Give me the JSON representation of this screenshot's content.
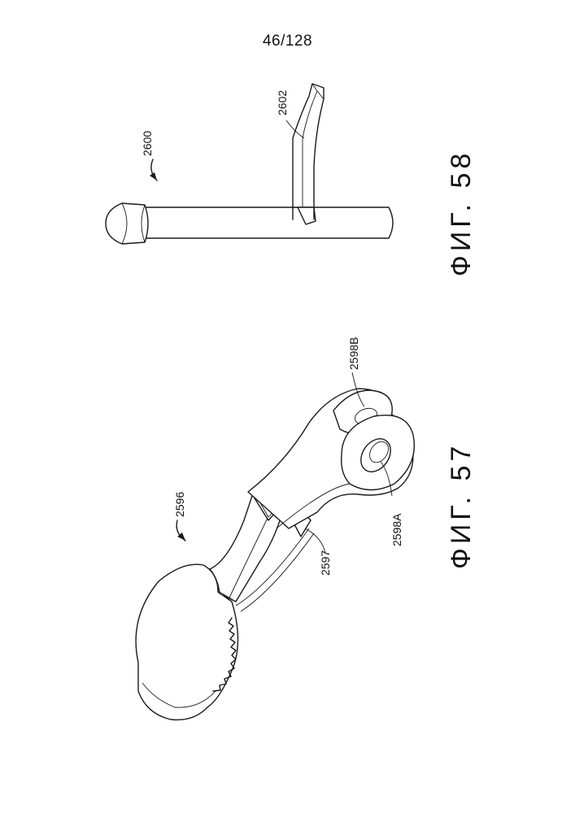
{
  "header": {
    "page_number": "46/128"
  },
  "figure_57": {
    "caption": "ФИГ. 57",
    "labels": {
      "part": "2596",
      "feature": "2597",
      "hole_a": "2598A",
      "hole_b": "2598B"
    }
  },
  "figure_58": {
    "caption": "ФИГ. 58",
    "labels": {
      "assembly": "2600",
      "arm": "2602"
    }
  }
}
